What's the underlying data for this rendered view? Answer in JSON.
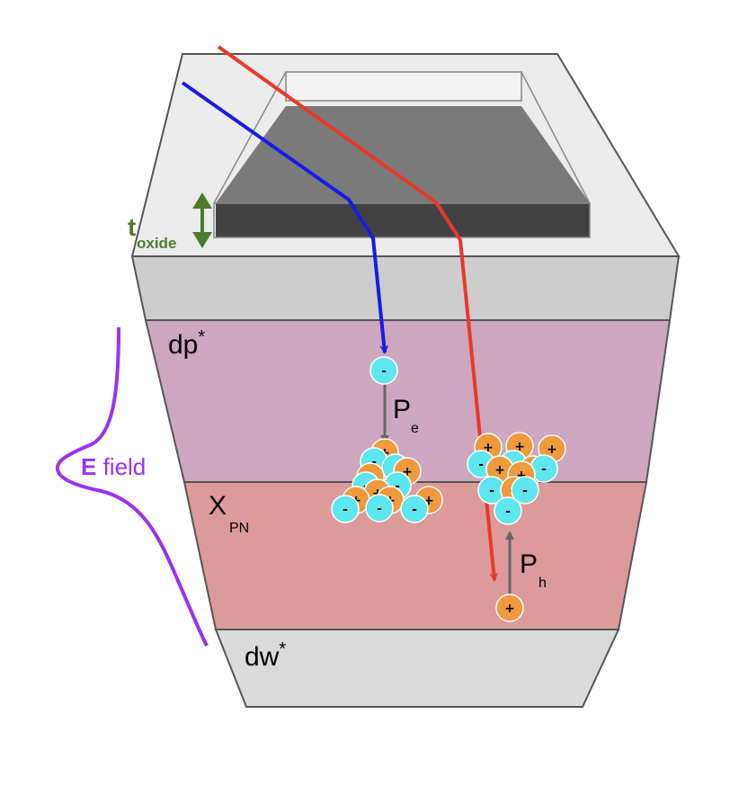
{
  "labels": {
    "t_main": "t",
    "t_sub": "oxide",
    "dp_main": "dp",
    "dp_sup": "*",
    "x_main": "X",
    "x_sub": "PN",
    "dw_main": "dw",
    "dw_sup": "*",
    "pe_main": "P",
    "pe_sub": "e",
    "ph_main": "P",
    "ph_sub": "h",
    "efield_bold": "E",
    "efield_rest": " field"
  },
  "charge_symbols": {
    "electron": "-",
    "hole": "+"
  },
  "colors": {
    "top_frame": "#ececec",
    "top_side": "#cdcdcd",
    "dp_layer": "#cca7bf",
    "xpn_layer": "#dd9a9a",
    "dw_layer": "#dadada",
    "oxide_dark": "#424242",
    "oxide_mid": "#7a7a7a",
    "electron": "#5ee6ee",
    "hole": "#ee9a3e",
    "blue_ray": "#1a1ae6",
    "red_ray": "#e8392b",
    "e_field": "#9933ee",
    "t_oxide": "#4e7a2a",
    "arrow_gray": "#666666"
  },
  "icons": [
    "electron-icon",
    "hole-icon",
    "double-arrow-icon"
  ]
}
